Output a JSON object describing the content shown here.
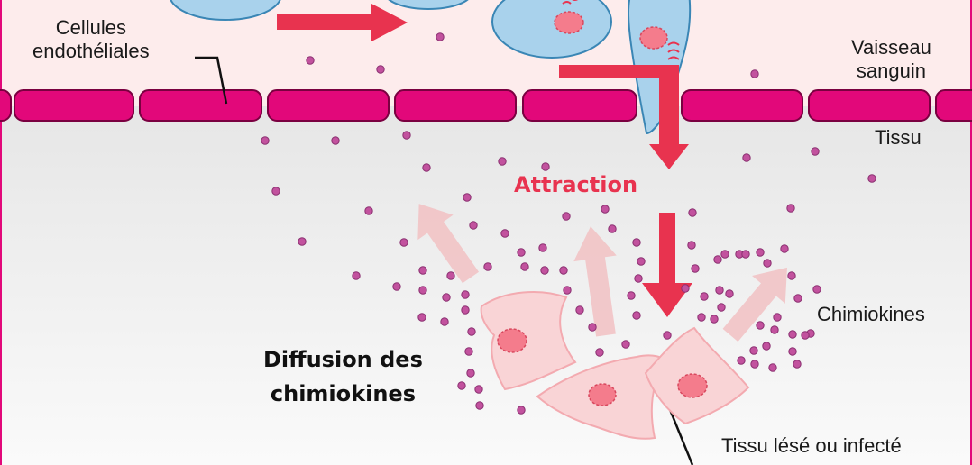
{
  "labels": {
    "endothelial": [
      "Cellules",
      "endothéliales"
    ],
    "vessel": [
      "Vaisseau",
      "sanguin"
    ],
    "tissue": "Tissu",
    "attraction": "Attraction",
    "chemokines": "Chimiokines",
    "diffusion": [
      "Diffusion des",
      "chimiokines"
    ],
    "injured_tissue": "Tissu lésé ou infecté"
  },
  "colors": {
    "vessel_lumen": "#fdecec",
    "tissue_background": "#eeeeee",
    "endothelium": "#e2087a",
    "leukocyte": "#a9d2ec",
    "nucleus": "#f47c8c",
    "chemokine": "#c2529e",
    "attraction_arrow": "#e8334f",
    "diffusion_arrow": "#f2c4c6",
    "tissue_cell": "#f9d4d6"
  },
  "icons": [
    "leukocyte-icon",
    "tissue-cell-icon",
    "chemokine-dot-icon",
    "arrow-icon",
    "receptor-icon"
  ]
}
